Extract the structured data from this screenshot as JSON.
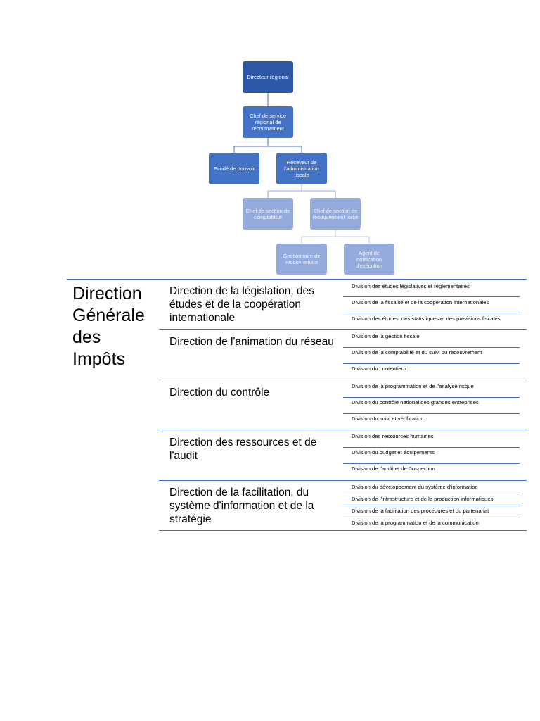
{
  "org_chart": {
    "directeur": "Directeur régional",
    "chef_service": "Chef de service régional de recouvrement",
    "fonde": "Fondé de pouvoir",
    "receveur": "Receveur de l'administration fiscale",
    "chef_comptabilite": "Chef de section de comptabilité",
    "chef_recouvrement_force": "Chef de section de recouvrement forcé",
    "gestionnaire": "Gestionnaire de recouvrement",
    "agent": "Agent de notification d'exécution"
  },
  "dgi": {
    "title": "Direction Générale des Impôts",
    "directions": [
      {
        "label": "Direction de la législation, des études et de la coopération internationale",
        "divisions": [
          "Division des études législatives et réglementaires",
          "Division de la fiscalité et de la coopération internationales",
          "Division des études, des statistiques et des prévisions fiscales"
        ]
      },
      {
        "label": "Direction de l'animation du réseau",
        "divisions": [
          "Division de la gestion fiscale",
          "Division de la comptabilité et du suivi du recouvrement",
          "Division du contentieux"
        ]
      },
      {
        "label": "Direction du contrôle",
        "divisions": [
          "Division de la programmation et de l'analyse risque",
          "Division du contrôle national des grandes entreprises",
          "Division du suivi et vérification"
        ]
      },
      {
        "label": "Direction des ressources et de l'audit",
        "divisions": [
          "Division des ressources humaines",
          "Division du budget et équipements",
          "Division de l'audit et de l'inspection"
        ]
      },
      {
        "label": "Direction de la facilitation, du système d'information et de la stratégie",
        "divisions": [
          "Division du développement du système d'information",
          "Division de l'infrastructure et de la production informatiques",
          "Division de la facilitation des procédures et du partenariat",
          "Division de la programmation et de la communication"
        ]
      }
    ]
  }
}
